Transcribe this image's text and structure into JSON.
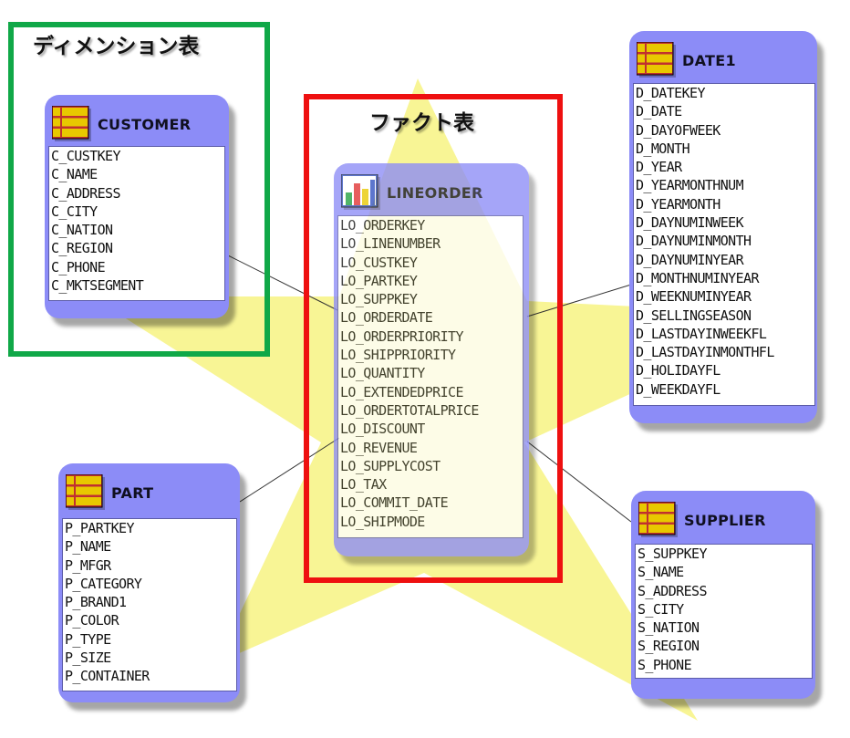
{
  "colors": {
    "card": "#8c8cf7",
    "star": "#f7f48a",
    "dimension_frame": "#10a848",
    "fact_frame": "#ee1010"
  },
  "labels": {
    "dimension": "ディメンション表",
    "fact": "ファクト表"
  },
  "tables": {
    "customer": {
      "title": "CUSTOMER",
      "icon": "table-list-icon",
      "fields": [
        "C_CUSTKEY",
        "C_NAME",
        "C_ADDRESS",
        "C_CITY",
        "C_NATION",
        "C_REGION",
        "C_PHONE",
        "C_MKTSEGMENT"
      ]
    },
    "lineorder": {
      "title": "LINEORDER",
      "icon": "bar-chart-table-icon",
      "fields": [
        "LO_ORDERKEY",
        "LO_LINENUMBER",
        "LO_CUSTKEY",
        "LO_PARTKEY",
        "LO_SUPPKEY",
        "LO_ORDERDATE",
        "LO_ORDERPRIORITY",
        "LO_SHIPPRIORITY",
        "LO_QUANTITY",
        "LO_EXTENDEDPRICE",
        "LO_ORDERTOTALPRICE",
        "LO_DISCOUNT",
        "LO_REVENUE",
        "LO_SUPPLYCOST",
        "LO_TAX",
        "LO_COMMIT_DATE",
        "LO_SHIPMODE"
      ]
    },
    "date1": {
      "title": "DATE1",
      "icon": "table-list-icon",
      "fields": [
        "D_DATEKEY",
        "D_DATE",
        "D_DAYOFWEEK",
        "D_MONTH",
        "D_YEAR",
        "D_YEARMONTHNUM",
        "D_YEARMONTH",
        "D_DAYNUMINWEEK",
        "D_DAYNUMINMONTH",
        "D_DAYNUMINYEAR",
        "D_MONTHNUMINYEAR",
        "D_WEEKNUMINYEAR",
        "D_SELLINGSEASON",
        "D_LASTDAYINWEEKFL",
        "D_LASTDAYINMONTHFL",
        "D_HOLIDAYFL",
        "D_WEEKDAYFL"
      ]
    },
    "part": {
      "title": "PART",
      "icon": "table-list-icon",
      "fields": [
        "P_PARTKEY",
        "P_NAME",
        "P_MFGR",
        "P_CATEGORY",
        "P_BRAND1",
        "P_COLOR",
        "P_TYPE",
        "P_SIZE",
        "P_CONTAINER"
      ]
    },
    "supplier": {
      "title": "SUPPLIER",
      "icon": "table-list-icon",
      "fields": [
        "S_SUPPKEY",
        "S_NAME",
        "S_ADDRESS",
        "S_CITY",
        "S_NATION",
        "S_REGION",
        "S_PHONE"
      ]
    }
  }
}
